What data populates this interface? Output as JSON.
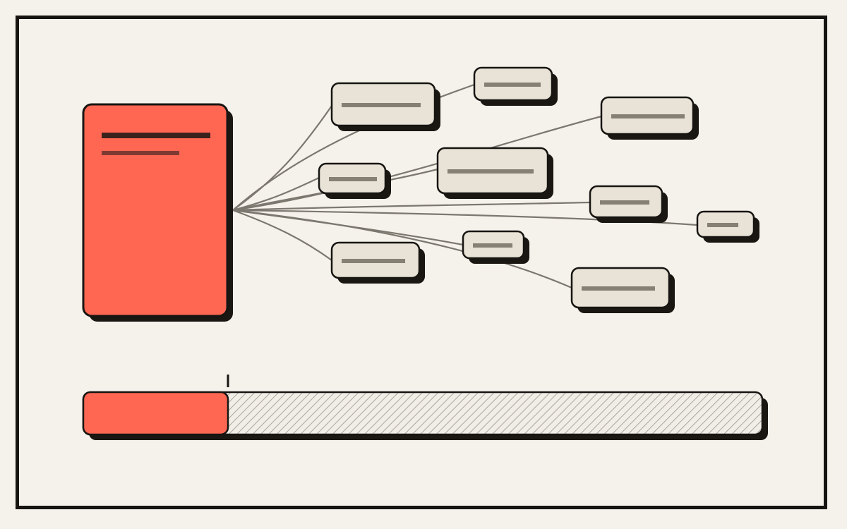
{
  "colors": {
    "background": "#f5f2eb",
    "frame": "#171512",
    "accent": "#ff6753",
    "node_fill": "#e8e3d6",
    "node_line": "#857f74",
    "connector": "#7c7870",
    "shadow": "#1a1612",
    "title_bar": "#3c221c",
    "subtitle_bar": "#7e3a32",
    "hatch": "#aba69c"
  },
  "diagram": {
    "root_node": {
      "icon": "placeholder-text-lines",
      "label_bars": 2
    },
    "branch_nodes": [
      {
        "id": "n1",
        "text_lines": 1
      },
      {
        "id": "n2",
        "text_lines": 1
      },
      {
        "id": "n3",
        "text_lines": 1
      },
      {
        "id": "n4",
        "text_lines": 1
      },
      {
        "id": "n5",
        "text_lines": 1
      },
      {
        "id": "n6",
        "text_lines": 1
      },
      {
        "id": "n7",
        "text_lines": 1
      },
      {
        "id": "n8",
        "text_lines": 1
      },
      {
        "id": "n9",
        "text_lines": 1
      },
      {
        "id": "n10",
        "text_lines": 1
      }
    ]
  },
  "progress": {
    "fraction": 0.21
  }
}
